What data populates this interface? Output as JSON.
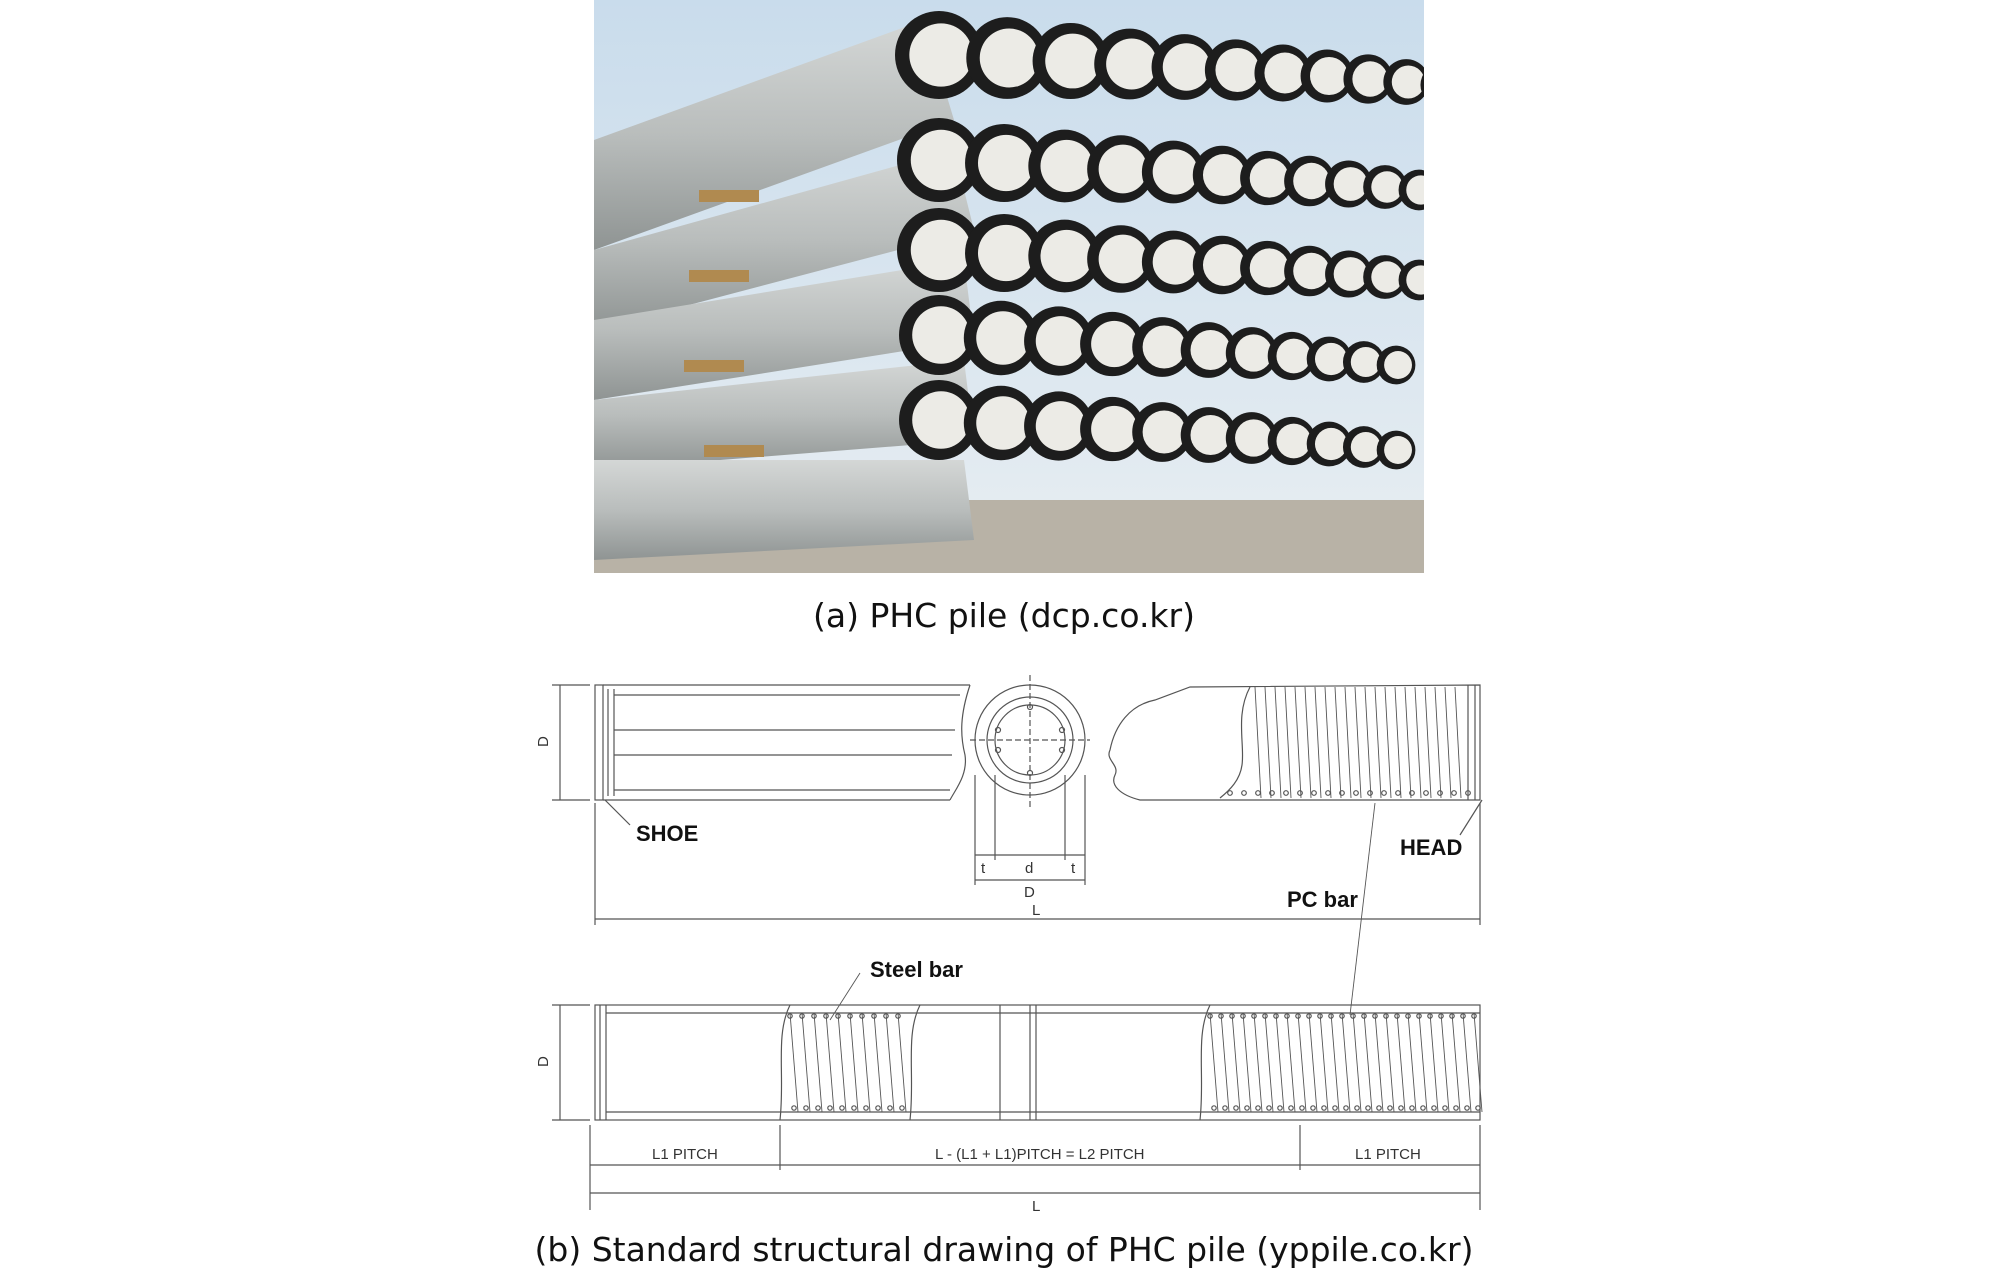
{
  "figure": {
    "caption_a": "(a) PHC pile (dcp.co.kr)",
    "caption_b": "(b) Standard structural drawing of PHC pile (yppile.co.kr)"
  },
  "drawing": {
    "labels": {
      "shoe": "SHOE",
      "head": "HEAD",
      "pc_bar": "PC bar",
      "steel_bar": "Steel bar"
    },
    "dims": {
      "D_top": "D",
      "D_bottom": "D",
      "t_left": "t",
      "d": "d",
      "t_right": "t",
      "D_section": "D",
      "L_top": "L",
      "L_bottom": "L",
      "l1_pitch_left": "L1 PITCH",
      "middle_pitch": "L - (L1 + L1)PITCH = L2 PITCH",
      "l1_pitch_right": "L1 PITCH"
    }
  }
}
